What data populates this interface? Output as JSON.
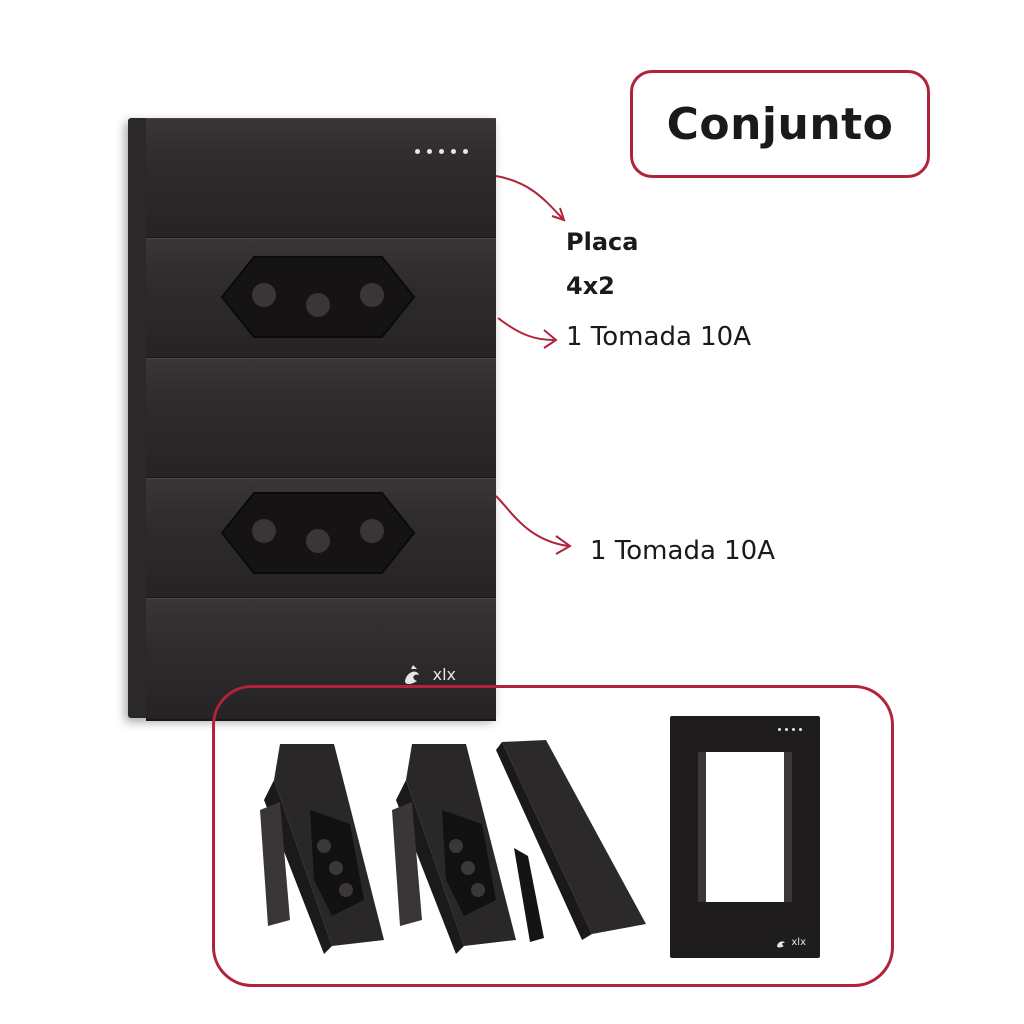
{
  "title": "Conjunto",
  "placa": {
    "line1": "Placa",
    "line2": "4x2"
  },
  "socket_labels": [
    "1 Tomada 10A",
    "1 Tomada 10A"
  ],
  "brand": "xlx",
  "colors": {
    "accent": "#b0233b",
    "product": "#2b2829"
  }
}
